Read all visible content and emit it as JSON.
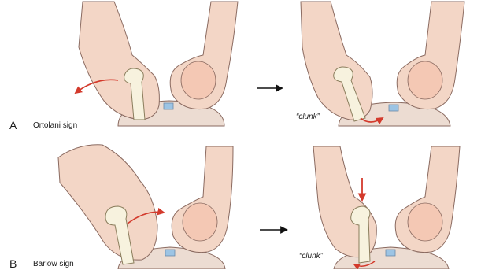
{
  "panels": [
    {
      "letter": "A",
      "sign": "Ortolani sign",
      "annotation": "“clunk”"
    },
    {
      "letter": "B",
      "sign": "Barlow sign",
      "annotation": "“clunk”"
    }
  ],
  "colors": {
    "skin": "#f3d6c6",
    "skin_shadow": "#e3b6a2",
    "outline": "#8a6a60",
    "bone": "#f7f2de",
    "bone_outline": "#8a7d5c",
    "arrow_red": "#d33a2c",
    "arrow_black": "#111111",
    "pelvis": "#ecdcd2",
    "joint_blue": "#9cc4e4"
  },
  "icons": [
    "hand-left-icon",
    "hand-right-icon",
    "femur-icon",
    "pelvis-icon",
    "arrow-right-icon",
    "red-arrow-icon"
  ]
}
